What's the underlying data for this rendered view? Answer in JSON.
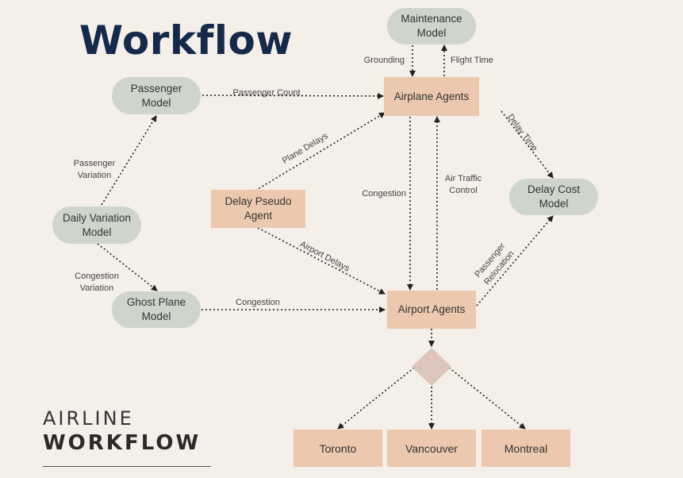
{
  "title": "Workflow",
  "brand": {
    "line1": "AIRLINE",
    "line2": "WORKFLOW"
  },
  "nodes": {
    "maintenance_model": "Maintenance\nModel",
    "passenger_model": "Passenger\nModel",
    "airplane_agents": "Airplane Agents",
    "delay_pseudo_agent": "Delay Pseudo\nAgent",
    "delay_cost_model": "Delay Cost\nModel",
    "daily_variation_model": "Daily Variation\nModel",
    "ghost_plane_model": "Ghost Plane\nModel",
    "airport_agents": "Airport Agents",
    "toronto": "Toronto",
    "vancouver": "Vancouver",
    "montreal": "Montreal"
  },
  "edge_labels": {
    "grounding": "Grounding",
    "flight_time": "Flight Time",
    "passenger_count": "Passenger Count",
    "plane_delays": "Plane Delays",
    "delay_time": "Delay Time",
    "passenger_variation": "Passenger\nVariation",
    "congestion_vertical": "Congestion",
    "air_traffic_control": "Air Traffic\nControl",
    "airport_delays": "Airport Delays",
    "passenger_relocation": "Passenger\nRelocation",
    "congestion_variation": "Congestion\nVariation",
    "congestion_horizontal": "Congestion"
  },
  "colors": {
    "background": "#f4efe9",
    "title": "#152a4a",
    "model_fill": "#cfd5cb",
    "agent_fill": "#ecc9ae",
    "decision_fill": "#dcc5bb"
  }
}
